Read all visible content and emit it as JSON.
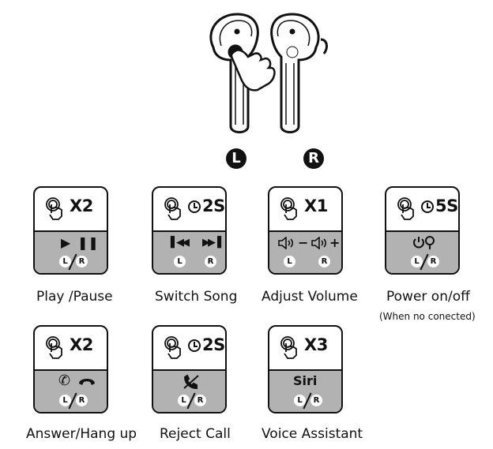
{
  "earbuds": {
    "left_label": "L",
    "right_label": "R"
  },
  "cards": [
    {
      "action": "X2",
      "caption": "Play /Pause"
    },
    {
      "action": "2S",
      "caption": "Switch Song"
    },
    {
      "action": "X1",
      "caption": "Adjust Volume",
      "minus": "−",
      "plus": "+"
    },
    {
      "action": "5S",
      "caption": "Power on/off",
      "note": "(When no conected)"
    },
    {
      "action": "X2",
      "caption": "Answer/Hang up"
    },
    {
      "action": "2S",
      "caption": "Reject Call"
    },
    {
      "action": "X3",
      "caption": "Voice Assistant",
      "siri": "Siri"
    }
  ],
  "badges": {
    "left": "L",
    "right": "R"
  }
}
